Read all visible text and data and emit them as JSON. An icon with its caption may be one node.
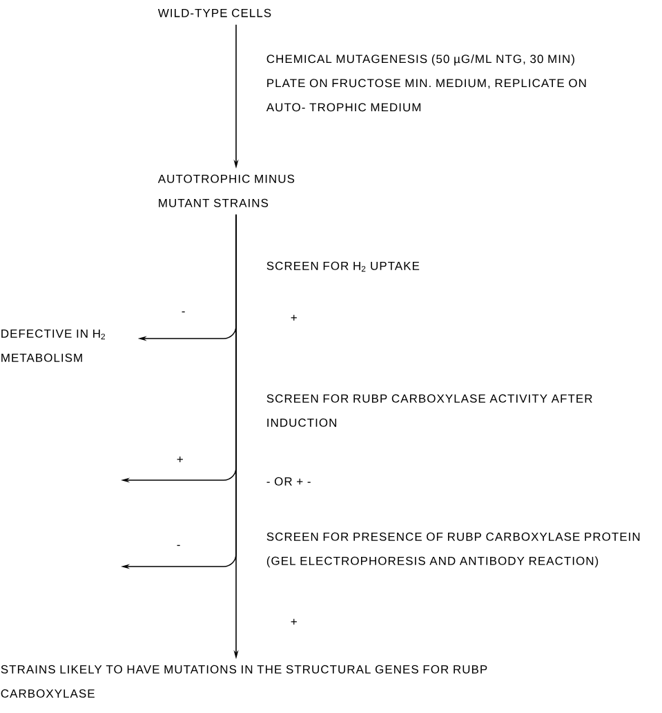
{
  "diagram": {
    "nodes": [
      {
        "text": [
          "WILD-TYPE CELLS"
        ]
      },
      {
        "text": [
          "AUTOTROPHIC MINUS MUTANT STRAINS"
        ]
      },
      {
        "text": [
          "DEFECTIVE IN H$_{2}$ METABOLISM"
        ]
      },
      {
        "text": [
          "STRAINS LIKELY TO HAVE MUTATIONS IN THE STRUCTURAL GENES FOR RUBP CARBOXYLASE"
        ]
      }
    ],
    "edges": [
      {
        "from": 0,
        "to": 1,
        "arrow": "to",
        "label": "CHEMICAL MUTAGENESIS (50 µG/ML NTG, 30 MIN) PLATE ON FRUCTOSE MIN. MEDIUM, REPLICATE ON AUTO- TROPHIC MEDIUM"
      },
      {
        "from": 1,
        "to": 3,
        "arrow": "to"
      },
      {
        "from": 1,
        "to": 2,
        "arrow": "to",
        "label": "-"
      },
      {
        "from": 1,
        "to": null,
        "arrow": "to",
        "label": "+"
      },
      {
        "from": 1,
        "to": null,
        "arrow": "to",
        "label": "-"
      }
    ],
    "labels": [
      "SCREEN FOR H$_{2}$ UPTAKE",
      "+",
      "SCREEN FOR RUBP CARBOXYLASE ACTIVITY AFTER INDUCTION",
      "- OR + -",
      "SCREEN FOR PRESENCE OF RUBP CARBOXYLASE PROTEIN (GEL ELECTROPHORESIS AND ANTIBODY REACTION)",
      "+"
    ]
  }
}
